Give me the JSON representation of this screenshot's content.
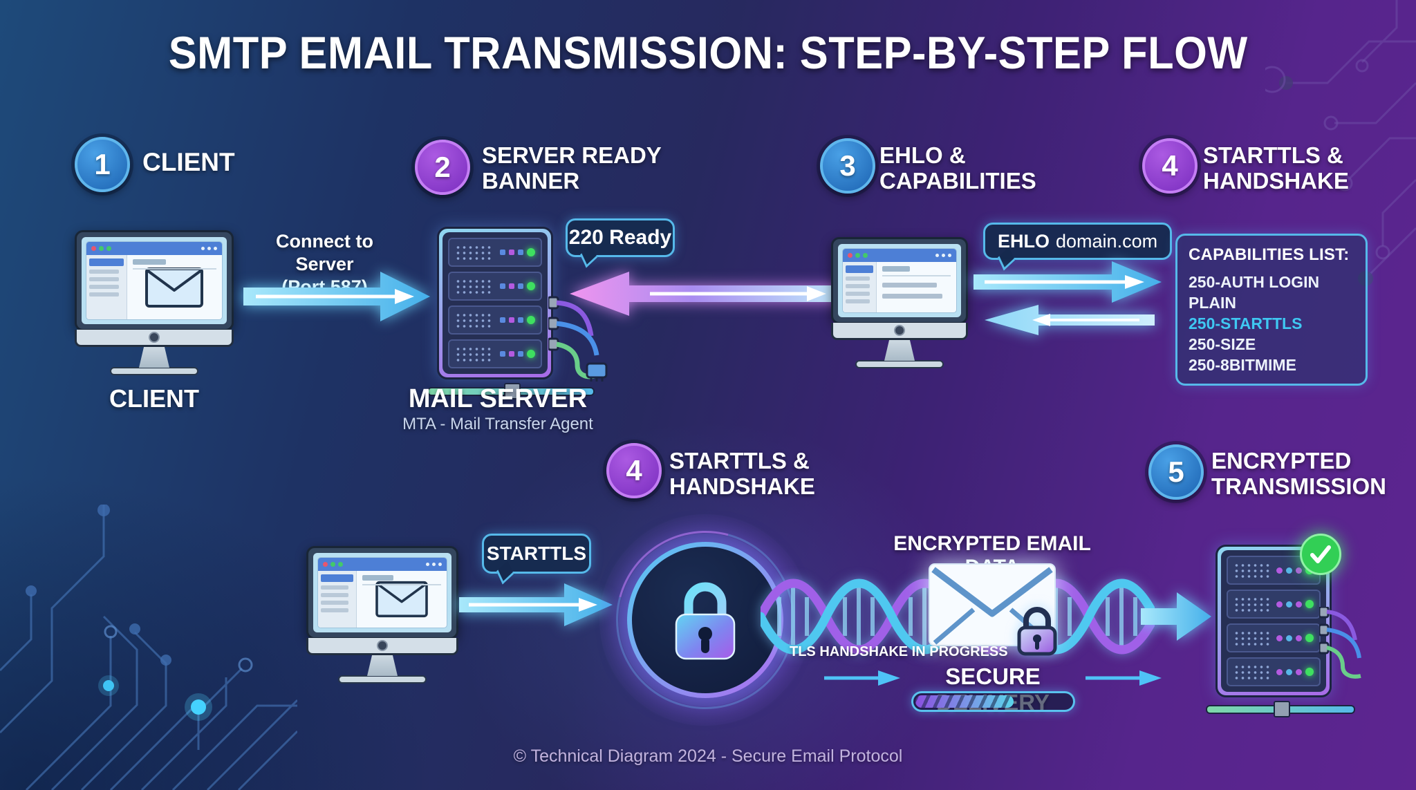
{
  "title": "SMTP EMAIL TRANSMISSION: STEP-BY-STEP FLOW",
  "footer": "© Technical Diagram 2024 - Secure Email Protocol",
  "colors": {
    "accent_cyan": "#4fc3f7",
    "accent_purple": "#a55ae0",
    "step_blue": "#2e86d4",
    "step_purple": "#9340d5",
    "success_green": "#3ddc5a",
    "bubble_border": "#56b9ea",
    "highlight_text": "#3fc8f2"
  },
  "icons": {
    "lock": "padlock-icon",
    "envelope": "envelope-icon",
    "check": "checkmark-icon",
    "server": "server-rack-icon",
    "monitor": "desktop-computer-icon",
    "dna": "dna-helix-icon"
  },
  "steps": {
    "one": {
      "number": "1",
      "label": "CLIENT"
    },
    "two": {
      "number": "2",
      "label_line1": "SERVER READY",
      "label_line2": "BANNER"
    },
    "three": {
      "number": "3",
      "label_line1": "EHLO &",
      "label_line2": "CAPABILITIES"
    },
    "four_top": {
      "number": "4",
      "label_line1": "STARTTLS &",
      "label_line2": "HANDSHAKE"
    },
    "four_bottom": {
      "number": "4",
      "label_line1": "STARTTLS &",
      "label_line2": "HANDSHAKE"
    },
    "five": {
      "number": "5",
      "label_line1": "ENCRYPTED",
      "label_line2": "TRANSMISSION"
    }
  },
  "row1": {
    "client_caption": "CLIENT",
    "connect_label_line1": "Connect to Server",
    "connect_label_line2": "(Port 587)",
    "banner_bubble": "220 Ready",
    "mail_server_caption": "MAIL SERVER",
    "mail_server_subcaption": "MTA - Mail Transfer Agent",
    "ehlo_bubble_command": "EHLO",
    "ehlo_bubble_domain": "domain.com",
    "capabilities": {
      "heading": "CAPABILITIES LIST:",
      "items": [
        {
          "text": "250-AUTH LOGIN PLAIN"
        },
        {
          "text": "250-STARTTLS"
        },
        {
          "text": "250-SIZE"
        },
        {
          "text": "250-8BITMIME"
        }
      ]
    }
  },
  "row2": {
    "starttls_bubble": "STARTTLS",
    "tls_status": "TLS HANDSHAKE IN PROGRESS",
    "encrypted_data_caption": "ENCRYPTED EMAIL DATA",
    "secure_delivery_caption": "SECURE DELIVERY",
    "progress_percent": 63
  }
}
